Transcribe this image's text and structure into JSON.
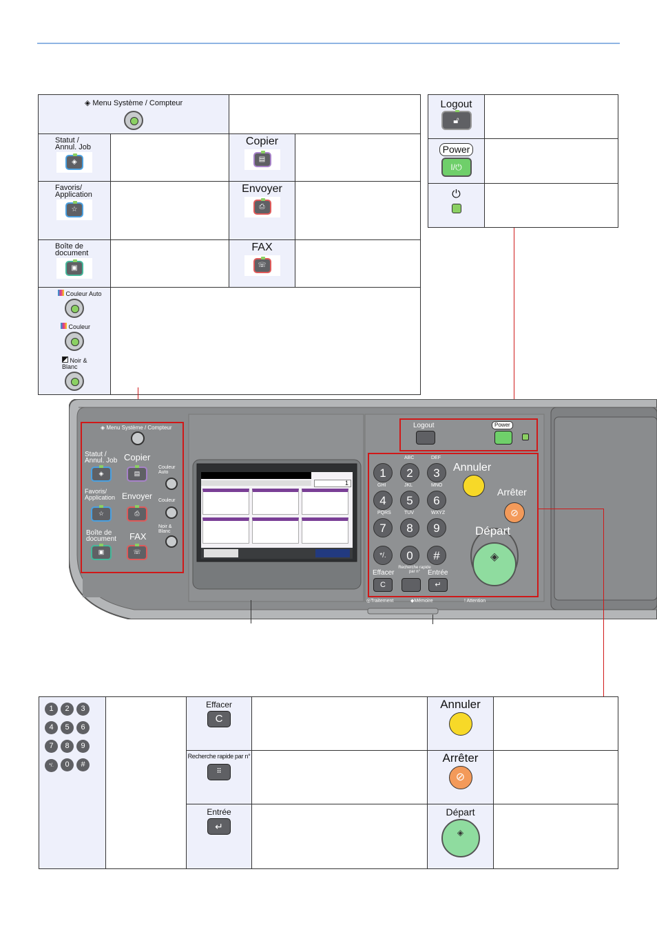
{
  "colors": {
    "accent_line": "#8eb4e3",
    "highlight": "#d01818",
    "cell_bg": "#eef0fb",
    "led": "#8bd063"
  },
  "top_table": {
    "system_menu": {
      "label": "Menu Système / Compteur"
    },
    "rows": [
      {
        "left_label": "Statut / Annul. Job",
        "left_color": "#4aa0e0",
        "left_icon": "status-job-icon",
        "right_label": "Copier",
        "right_color": "#a782c9",
        "right_icon": "copy-icon"
      },
      {
        "left_label": "Favoris/ Application",
        "left_color": "#4aa0e0",
        "left_icon": "favorites-star-icon",
        "right_label": "Envoyer",
        "right_color": "#e05a5a",
        "right_icon": "send-icon"
      },
      {
        "left_label": "Boîte de document",
        "left_color": "#44b79a",
        "left_icon": "document-box-icon",
        "right_label": "FAX",
        "right_color": "#e05a5a",
        "right_icon": "fax-icon"
      }
    ],
    "color_modes": [
      {
        "label": "Couleur Auto"
      },
      {
        "label": "Couleur"
      },
      {
        "label": "Noir & Blanc"
      }
    ]
  },
  "right_table": {
    "logout": "Logout",
    "power": "Power",
    "power_symbol": "I/⏻",
    "energy_icon": "power-saver-icon"
  },
  "panel": {
    "system_menu": "Menu Système / Compteur",
    "status": "Statut / Annul. Job",
    "copy": "Copier",
    "fav": "Favoris/ Application",
    "send": "Envoyer",
    "box": "Boîte de document",
    "fax": "FAX",
    "couleur_auto": "Couleur Auto",
    "couleur": "Couleur",
    "noir": "Noir & Blanc",
    "logout": "Logout",
    "power": "Power",
    "annuler": "Annuler",
    "arreter": "Arrêter",
    "depart": "Départ",
    "effacer": "Effacer",
    "recherche": "Recherche rapide par n°",
    "entree": "Entrée",
    "traitement": "Traitement",
    "memoire": "Mémoire",
    "attention": "Attention",
    "screen_count": "1",
    "keys": [
      {
        "n": "1",
        "sub": ""
      },
      {
        "n": "2",
        "sub": "ABC"
      },
      {
        "n": "3",
        "sub": "DEF"
      },
      {
        "n": "4",
        "sub": "GHI"
      },
      {
        "n": "5",
        "sub": "JKL"
      },
      {
        "n": "6",
        "sub": "MNO"
      },
      {
        "n": "7",
        "sub": "PQRS"
      },
      {
        "n": "8",
        "sub": "TUV"
      },
      {
        "n": "9",
        "sub": "WXYZ"
      },
      {
        "n": "*/.",
        "sub": ""
      },
      {
        "n": "0",
        "sub": ""
      },
      {
        "n": "#",
        "sub": ""
      }
    ]
  },
  "bottom_table": {
    "keypad": [
      "1",
      "2",
      "3",
      "4",
      "5",
      "6",
      "7",
      "8",
      "9",
      "*/.",
      "0",
      "#"
    ],
    "effacer": "Effacer",
    "effacer_key": "C",
    "recherche": "Recherche rapide par n°",
    "entree": "Entrée",
    "annuler": "Annuler",
    "arreter": "Arrêter",
    "depart": "Départ"
  }
}
